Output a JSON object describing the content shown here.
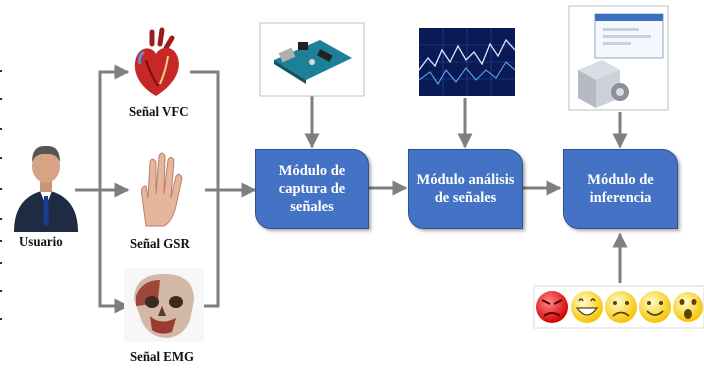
{
  "user": {
    "label": "Usuario",
    "icon": "businessman-avatar-icon"
  },
  "signals": [
    {
      "label": "Señal VFC",
      "icon": "heart-icon"
    },
    {
      "label": "Señal GSR",
      "icon": "hand-icon"
    },
    {
      "label": "Señal EMG",
      "icon": "skull-muscles-icon"
    }
  ],
  "modules": [
    {
      "label": "Módulo de captura de señales"
    },
    {
      "label": "Módulo análisis de señales"
    },
    {
      "label": "Módulo de inferencia"
    }
  ],
  "images": {
    "capture": "arduino-board-icon",
    "analysis": "signal-chart-screen-icon",
    "inference": "software-window-server-icon",
    "emotions": [
      "angry-face-icon",
      "grinning-face-icon",
      "sad-face-icon",
      "smiling-face-icon",
      "surprised-face-icon"
    ]
  },
  "colors": {
    "module_fill": "#4472c4",
    "module_border": "#2f528f",
    "arrow": "#7f7f7f"
  }
}
